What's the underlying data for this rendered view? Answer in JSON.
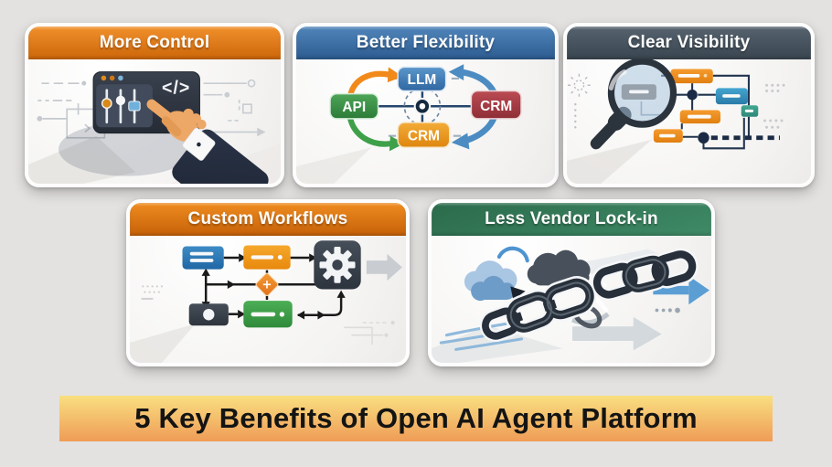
{
  "page": {
    "background_color": "#E3E2E0"
  },
  "banner": {
    "text": "5 Key Benefits of Open AI Agent Platform",
    "gradient_top": "#F9DF80",
    "gradient_bottom": "#EF9C57",
    "text_color": "#141414"
  },
  "cards": [
    {
      "id": "more-control",
      "title": "More Control",
      "header_color_top": "#F0902C",
      "header_color_bottom": "#CD6609",
      "labels": {
        "code": "</>"
      }
    },
    {
      "id": "better-flexibility",
      "title": "Better Flexibility",
      "header_color_top": "#5186BA",
      "header_color_bottom": "#2C5B90",
      "labels": {
        "top": "LLM",
        "left": "API",
        "right": "CRM",
        "bottom": "CRM"
      }
    },
    {
      "id": "clear-visibility",
      "title": "Clear Visibility",
      "header_color_top": "#56636F",
      "header_color_bottom": "#39454F"
    },
    {
      "id": "custom-workflows",
      "title": "Custom Workflows",
      "header_color_top": "#EF8C20",
      "header_color_bottom": "#C66108"
    },
    {
      "id": "less-vendor-lock-in",
      "title": "Less Vendor Lock-in",
      "header_color_top": "#2B6B4C",
      "header_color_bottom": "#3F8A66"
    }
  ]
}
